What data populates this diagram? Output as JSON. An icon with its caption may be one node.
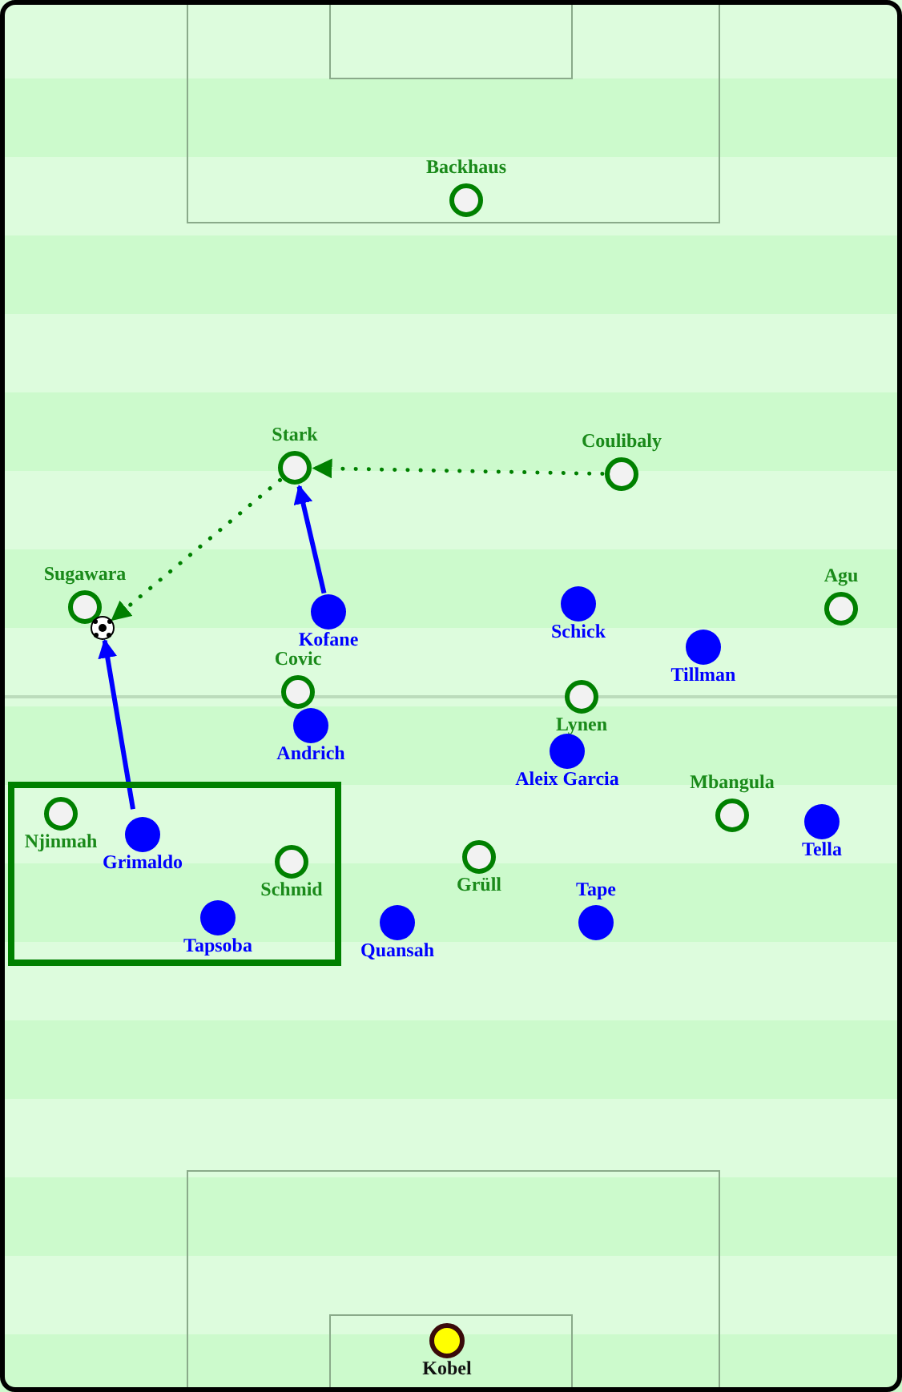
{
  "diagram": {
    "nodes": [
      {
        "text": [
          "Backhaus"
        ]
      },
      {
        "text": [
          "Stark"
        ]
      },
      {
        "text": [
          "Coulibaly"
        ]
      },
      {
        "text": [
          "Sugawara"
        ]
      },
      {
        "text": [],
        "shape": "picture"
      },
      {
        "text": [
          "Kofane"
        ]
      },
      {
        "text": [
          "Schick"
        ]
      },
      {
        "text": [
          "Agu"
        ]
      },
      {
        "text": [
          "Tillman"
        ]
      },
      {
        "text": [
          "Covic"
        ]
      },
      {
        "text": [
          "Lynen"
        ]
      },
      {
        "text": [
          "Andrich"
        ]
      },
      {
        "text": [
          "Aleix Garcia"
        ]
      },
      {
        "text": [],
        "shape": "box"
      },
      {
        "text": [
          "Njinmah"
        ],
        "in": 13
      },
      {
        "text": [
          "Grimaldo"
        ],
        "in": 13
      },
      {
        "text": [
          "Schmid"
        ],
        "in": 13
      },
      {
        "text": [
          "Tapsoba"
        ],
        "in": 13
      },
      {
        "text": [
          "Mbangula"
        ]
      },
      {
        "text": [
          "Tella"
        ]
      },
      {
        "text": [
          "Grüll"
        ]
      },
      {
        "text": [
          "Tape"
        ]
      },
      {
        "text": [
          "Quansah"
        ]
      },
      {
        "text": [
          "Kobel"
        ]
      }
    ],
    "edges": [
      {
        "from": 5,
        "to": 1,
        "arrow": "to",
        "color": "#0000ff"
      },
      {
        "from": 2,
        "to": 1,
        "arrow": "to",
        "style": "dashed",
        "color": "#008000"
      },
      {
        "from": 1,
        "to": 4,
        "arrow": "to",
        "style": "dashed",
        "color": "#008000"
      },
      {
        "from": 15,
        "to": 4,
        "arrow": "to",
        "color": "#0000ff"
      }
    ]
  }
}
